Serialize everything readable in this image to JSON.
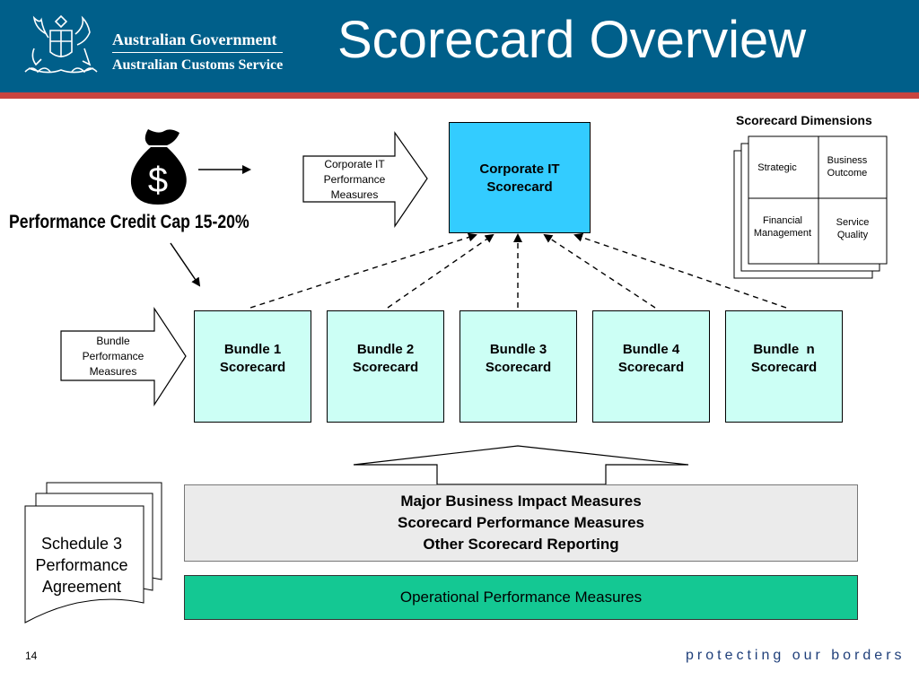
{
  "header": {
    "org_line1": "Australian Government",
    "org_line2": "Australian Customs Service",
    "title": "Scorecard Overview"
  },
  "left_panel": {
    "money_symbol": "$",
    "performance_cap": "Performance Credit Cap 15-20%",
    "corporate_arrow_label": [
      "Corporate IT",
      "Performance",
      "Measures"
    ],
    "bundle_arrow_label": [
      "Bundle",
      "Performance",
      "Measures"
    ]
  },
  "corporate_box": [
    "Corporate IT",
    "Scorecard"
  ],
  "bundles": [
    [
      "Bundle 1",
      "Scorecard"
    ],
    [
      "Bundle 2",
      "Scorecard"
    ],
    [
      "Bundle 3",
      "Scorecard"
    ],
    [
      "Bundle 4",
      "Scorecard"
    ],
    [
      "Bundle  n",
      "Scorecard"
    ]
  ],
  "dimensions": {
    "title": "Scorecard Dimensions",
    "cells": {
      "top_left": "Strategic",
      "top_right": [
        "Business",
        "Outcome"
      ],
      "bottom_left": [
        "Financial",
        "Management"
      ],
      "bottom_right": [
        "Service",
        "Quality"
      ]
    }
  },
  "major_box": [
    "Major Business Impact Measures",
    "Scorecard Performance Measures",
    "Other Scorecard Reporting"
  ],
  "operational": "Operational Performance Measures",
  "schedule": [
    "Schedule 3",
    "Performance",
    "Agreement"
  ],
  "footer": {
    "page_number": "14",
    "tagline": "protecting our borders"
  },
  "colors": {
    "header": "#005f8a",
    "accent_red": "#c8443f",
    "corporate_box": "#33ccff",
    "bundle_box": "#ccfff5",
    "operational_box": "#14c893",
    "major_box": "#ebebeb"
  }
}
